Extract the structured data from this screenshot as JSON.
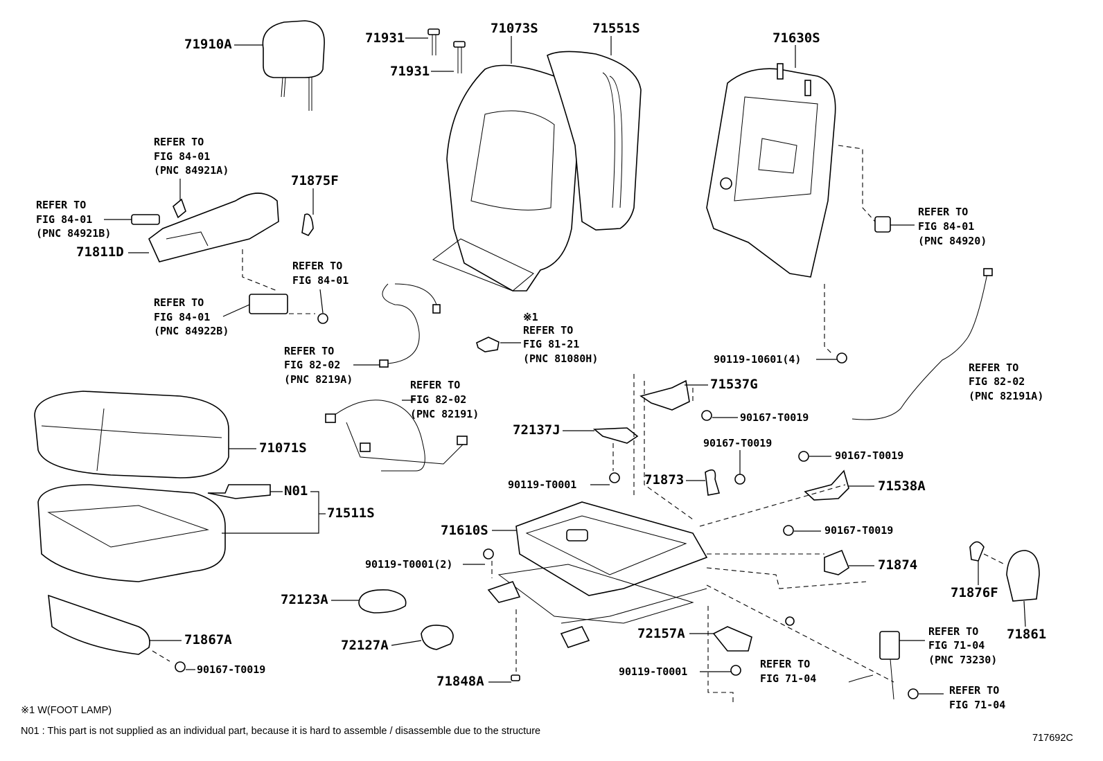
{
  "labels": {
    "p71910A": "71910A",
    "p71931a": "71931",
    "p71931b": "71931",
    "p71073S": "71073S",
    "p71551S": "71551S",
    "p71630S": "71630S",
    "p71875F": "71875F",
    "p71811D": "71811D",
    "p71071S": "71071S",
    "pN01": "N01",
    "p71511S": "71511S",
    "p71867A": "71867A",
    "b90167_1": "90167-T0019",
    "p72123A": "72123A",
    "p72127A": "72127A",
    "p71848A": "71848A",
    "p71610S": "71610S",
    "b90119_2": "90119-T0001(2)",
    "b90119_a": "90119-T0001",
    "b90119_b": "90119-T0001",
    "p72137J": "72137J",
    "p71537G": "71537G",
    "b90167_2": "90167-T0019",
    "b90167_3": "90167-T0019",
    "p71873": "71873",
    "b90167_4": "90167-T0019",
    "p71538A": "71538A",
    "b90167_5": "90167-T0019",
    "p71874": "71874",
    "p72157A": "72157A",
    "b90119_10601": "90119-10601(4)",
    "p71876F": "71876F",
    "p71861": "71861"
  },
  "refs": {
    "r1": [
      "REFER TO",
      "FIG 84-01",
      "(PNC 84921A)"
    ],
    "r2": [
      "REFER TO",
      "FIG 84-01",
      "(PNC 84921B)"
    ],
    "r3": [
      "REFER TO",
      "FIG 84-01"
    ],
    "r4": [
      "REFER TO",
      "FIG 84-01",
      "(PNC 84922B)"
    ],
    "r5": [
      "REFER TO",
      "FIG 82-02",
      "(PNC 8219A)"
    ],
    "r6": [
      "※1",
      "REFER TO",
      "FIG 81-21",
      "(PNC 81080H)"
    ],
    "r7": [
      "REFER TO",
      "FIG 82-02",
      "(PNC 82191)"
    ],
    "r8": [
      "REFER TO",
      "FIG 84-01",
      "(PNC 84920)"
    ],
    "r9": [
      "REFER TO",
      "FIG 82-02",
      "(PNC 82191A)"
    ],
    "r10": [
      "REFER TO",
      "FIG 71-04"
    ],
    "r11": [
      "REFER TO",
      "FIG 71-04",
      "(PNC 73230)"
    ],
    "r12": [
      "REFER TO",
      "FIG 71-04"
    ]
  },
  "footnotes": {
    "star": "※1 W(FOOT LAMP)",
    "n01": "N01 : This part is not supplied as an individual part, because it is hard to assemble / disassemble due to the structure"
  },
  "figure_id": "717692C"
}
